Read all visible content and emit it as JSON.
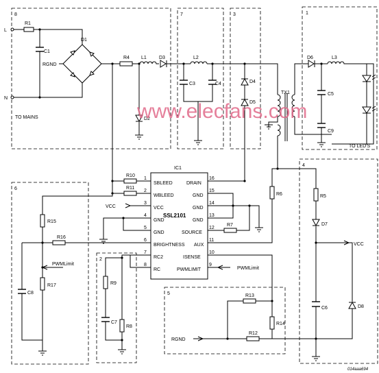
{
  "section_numbers": [
    "8",
    "7",
    "3",
    "1",
    "6",
    "2",
    "4",
    "5"
  ],
  "terminals": {
    "line": "L",
    "neutral": "N",
    "rgnd": "RGND",
    "rgnd_bottom": "RGND"
  },
  "notes": {
    "to_mains": "TO MAINS",
    "to_leds": "TO LED'S"
  },
  "components": {
    "R1": "R1",
    "C1": "C1",
    "D1": "D1",
    "R4": "R4",
    "L1": "L1",
    "D3": "D3",
    "D2": "D2",
    "L2": "L2",
    "C3": "C3",
    "C4": "C4",
    "D4": "D4",
    "D5": "D5",
    "TX1": "TX1",
    "D6": "D6",
    "L3": "L3",
    "C5": "C5",
    "C9": "C9",
    "R10": "R10",
    "R11": "R11",
    "R6": "R6",
    "R5": "R5",
    "D7": "D7",
    "C6": "C6",
    "D8": "D8",
    "R15": "R15",
    "R16": "R16",
    "R17": "R17",
    "C8": "C8",
    "R9": "R9",
    "C7": "C7",
    "R8": "R8",
    "R7": "R7",
    "R13": "R13",
    "R14": "R14",
    "R12": "R12"
  },
  "ic": {
    "ref": "IC1",
    "part": "SSL2101",
    "pins_left": [
      {
        "num": "1",
        "name": "SBLEED"
      },
      {
        "num": "2",
        "name": "WBLEED"
      },
      {
        "num": "3",
        "name": "VCC"
      },
      {
        "num": "4",
        "name": "GND"
      },
      {
        "num": "5",
        "name": "GND"
      },
      {
        "num": "6",
        "name": "BRIGHTNESS"
      },
      {
        "num": "7",
        "name": "RC2"
      },
      {
        "num": "8",
        "name": "RC"
      }
    ],
    "pins_right": [
      {
        "num": "16",
        "name": "DRAIN"
      },
      {
        "num": "15",
        "name": "GND"
      },
      {
        "num": "14",
        "name": "GND"
      },
      {
        "num": "13",
        "name": "GND"
      },
      {
        "num": "12",
        "name": "SOURCE"
      },
      {
        "num": "11",
        "name": "AUX"
      },
      {
        "num": "10",
        "name": "ISENSE"
      },
      {
        "num": "9",
        "name": "PWMLIMIT"
      }
    ]
  },
  "nets": {
    "vcc_left": "VCC",
    "vcc_right": "VCC",
    "pwm_limit_a": "PWMLimit",
    "pwm_limit_b": "PWMLimit"
  },
  "watermark": "www.elecfans.com",
  "doc_id": "014aaa694"
}
